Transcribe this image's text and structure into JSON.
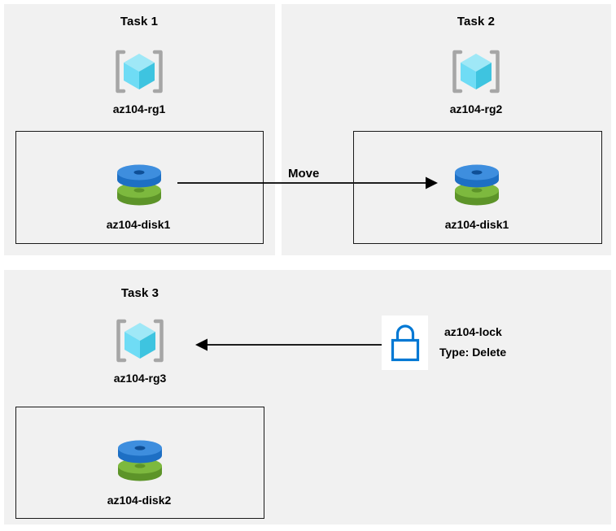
{
  "diagram": {
    "title_hidden": "Azure resource group tasks",
    "colors": {
      "panel_background": "#f1f1f1",
      "page_background": "#ffffff",
      "box_border": "#1a1a1a",
      "arrow": "#000000",
      "cube_top": "#9fe8f7",
      "cube_left": "#6fdcf5",
      "cube_right": "#3ec4e0",
      "cube_bracket": "#a6a6a6",
      "disk_blue": "#3e8ede",
      "disk_blue_dark": "#1d6fc4",
      "disk_green": "#7db93e",
      "disk_green_dark": "#5d9429",
      "lock_blue": "#0078d4",
      "lock_tile": "#ffffff"
    }
  },
  "tasks": [
    {
      "title": "Task 1",
      "resource_group": "az104-rg1",
      "disk": "az104-disk1"
    },
    {
      "title": "Task 2",
      "resource_group": "az104-rg2",
      "disk": "az104-disk1"
    },
    {
      "title": "Task 3",
      "resource_group": "az104-rg3",
      "disk": "az104-disk2"
    }
  ],
  "connectors": {
    "move": {
      "label": "Move",
      "direction": "right",
      "from": "az104-disk1 in az104-rg1",
      "to": "az104-rg2"
    },
    "lock": {
      "label": "",
      "direction": "left",
      "from": "az104-lock",
      "to": "az104-rg3"
    }
  },
  "lock": {
    "name": "az104-lock",
    "type_line": "Type: Delete",
    "icon": "padlock-icon"
  },
  "icons": {
    "resource_group": "resource-group-cube-icon",
    "disk": "managed-disk-icon",
    "lock": "padlock-icon",
    "arrow": "arrow-icon"
  }
}
